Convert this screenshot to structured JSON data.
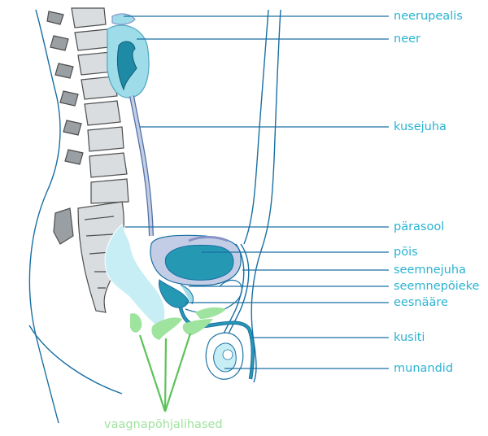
{
  "colors": {
    "outline": "#1a6fa3",
    "label": "#2bb3d1",
    "label_line": "#1a6fa3",
    "muscle": "#9ee39e",
    "muscle_label": "#9ee39e",
    "muscle_line": "#5cc35c",
    "bone_fill": "#d9dde0",
    "bone_line": "#4d4d4d",
    "dark_bone": "#9a9fa3",
    "kidney": "#9ddce8",
    "kidney_inner": "#1f8aa6",
    "bladder_outer": "#c4cde6",
    "bladder_inner": "#2598b4",
    "ureter": "#c4cde6",
    "rectum": "#c8eef5"
  },
  "labels": [
    {
      "id": "neerupealis",
      "text": "neerupealis"
    },
    {
      "id": "neer",
      "text": "neer"
    },
    {
      "id": "kusejuha",
      "text": "kusejuha"
    },
    {
      "id": "parasool",
      "text": "pärasool"
    },
    {
      "id": "pois",
      "text": "põis"
    },
    {
      "id": "seemnejuha",
      "text": "seemnejuha"
    },
    {
      "id": "seemnepoieke",
      "text": "seemnepõieke"
    },
    {
      "id": "eesnaare",
      "text": "eesnääre"
    },
    {
      "id": "kusiti",
      "text": "kusiti"
    },
    {
      "id": "munandid",
      "text": "munandid"
    }
  ],
  "bottom_label": "vaagnapõhjalihased"
}
